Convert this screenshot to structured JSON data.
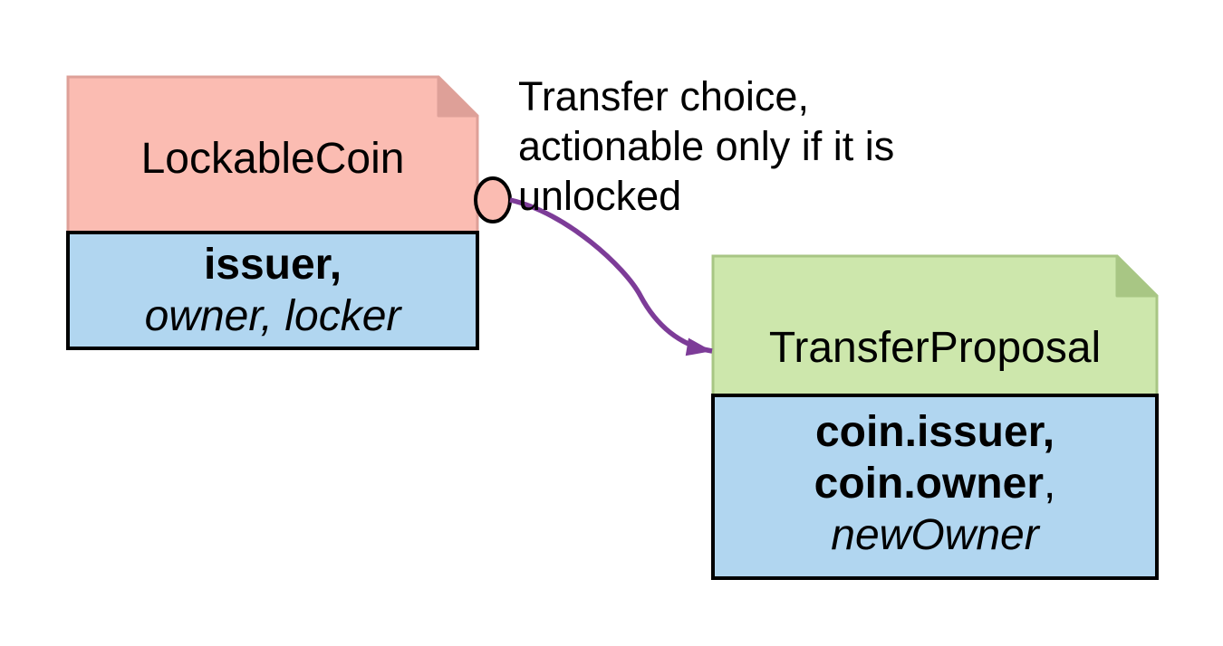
{
  "lockable_coin": {
    "title": "LockableCoin",
    "signatories_bold": "issuer,",
    "observers_italic": "owner, locker"
  },
  "transfer_proposal": {
    "title": "TransferProposal",
    "party_line1_bold": "coin.issuer,",
    "party_line2_bold": "coin.owner",
    "party_line2_suffix": ",",
    "party_line3_italic": "newOwner"
  },
  "annotation": {
    "line1": "Transfer choice,",
    "line2": "actionable only if it is",
    "line3": "unlocked"
  },
  "colors": {
    "pink_fill": "#FBBCB2",
    "pink_edge": "#DEA098",
    "green_fill": "#CDE7AC",
    "green_edge": "#A8C684",
    "blue_fill": "#B1D6F0",
    "box_border": "#000000",
    "arrow_purple": "#7D3C98",
    "text": "#000000",
    "background": "#FFFFFF"
  }
}
